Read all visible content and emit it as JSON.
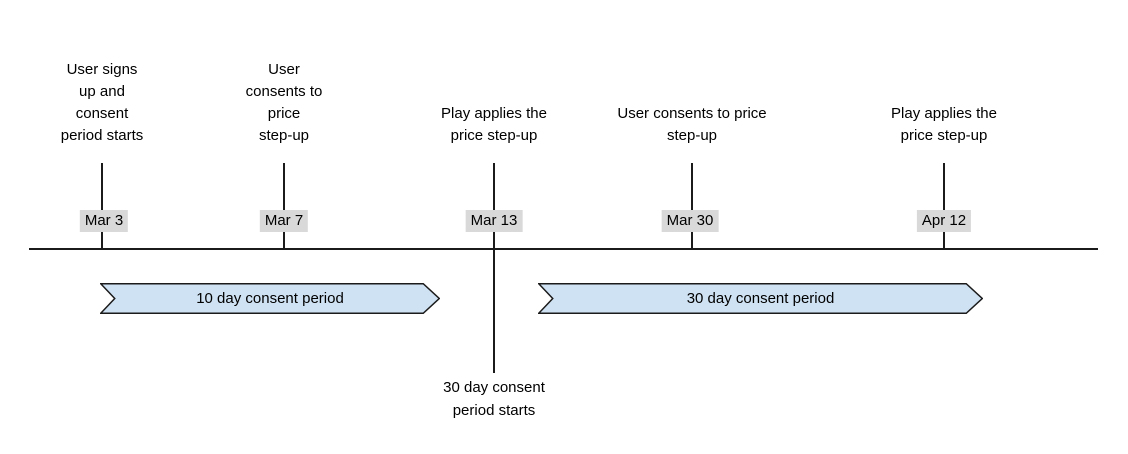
{
  "timeline": {
    "events": [
      {
        "label": "User signs\nup and\nconsent\nperiod starts",
        "date": "Mar 3"
      },
      {
        "label": "User\nconsents to\nprice\nstep-up",
        "date": "Mar 7"
      },
      {
        "label": "Play applies the\nprice step-up",
        "date": "Mar 13"
      },
      {
        "label": "User consents to price\nstep-up",
        "date": "Mar 30"
      },
      {
        "label": "Play applies the\nprice step-up",
        "date": "Apr 12"
      }
    ],
    "banners": [
      {
        "label": "10 day consent period"
      },
      {
        "label": "30 day consent period"
      }
    ],
    "callout": {
      "label": "30 day consent\nperiod starts"
    },
    "colors": {
      "banner_fill": "#cfe2f3",
      "banner_stroke": "#1b1b1b",
      "date_highlight": "#d9d9d9",
      "line": "#1b1b1b",
      "text": "#000000"
    }
  }
}
